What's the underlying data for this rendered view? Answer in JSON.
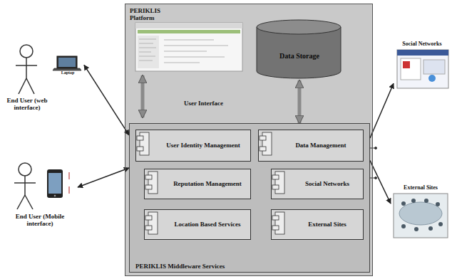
{
  "diagram": {
    "nodes": [
      {
        "text": [
          "PERIKLIS Platform"
        ]
      },
      {
        "text": [
          "Data Storage"
        ],
        "in": 0
      },
      {
        "text": [
          "PERIKLIS Middleware Services"
        ],
        "in": 0
      },
      {
        "text": [
          "User Identity Management"
        ],
        "in": 2
      },
      {
        "text": [
          "Data Management"
        ],
        "in": 2
      },
      {
        "text": [
          "Reputation Management"
        ],
        "in": 2
      },
      {
        "text": [
          "Social Networks"
        ],
        "in": 2
      },
      {
        "text": [
          "Location Based Services"
        ],
        "in": 2
      },
      {
        "text": [
          "External Sites"
        ],
        "in": 2
      },
      {
        "text": [
          "End User (web interface)"
        ]
      },
      {
        "text": [
          "Laptop"
        ]
      },
      {
        "text": [
          "End User (Mobile interface)"
        ]
      },
      {
        "text": [
          "Social Networks"
        ]
      },
      {
        "text": [
          "External Sites"
        ]
      }
    ],
    "edges": [
      {
        "from": 10,
        "to": 2,
        "arrow": "both"
      },
      {
        "from": 11,
        "to": 2,
        "arrow": "both"
      },
      {
        "from": 2,
        "to": 12,
        "arrow": "to"
      },
      {
        "from": 2,
        "to": 13,
        "arrow": "to"
      },
      {
        "from": 1,
        "to": 2,
        "arrow": "both"
      }
    ],
    "labels": [
      "User Interface"
    ]
  }
}
